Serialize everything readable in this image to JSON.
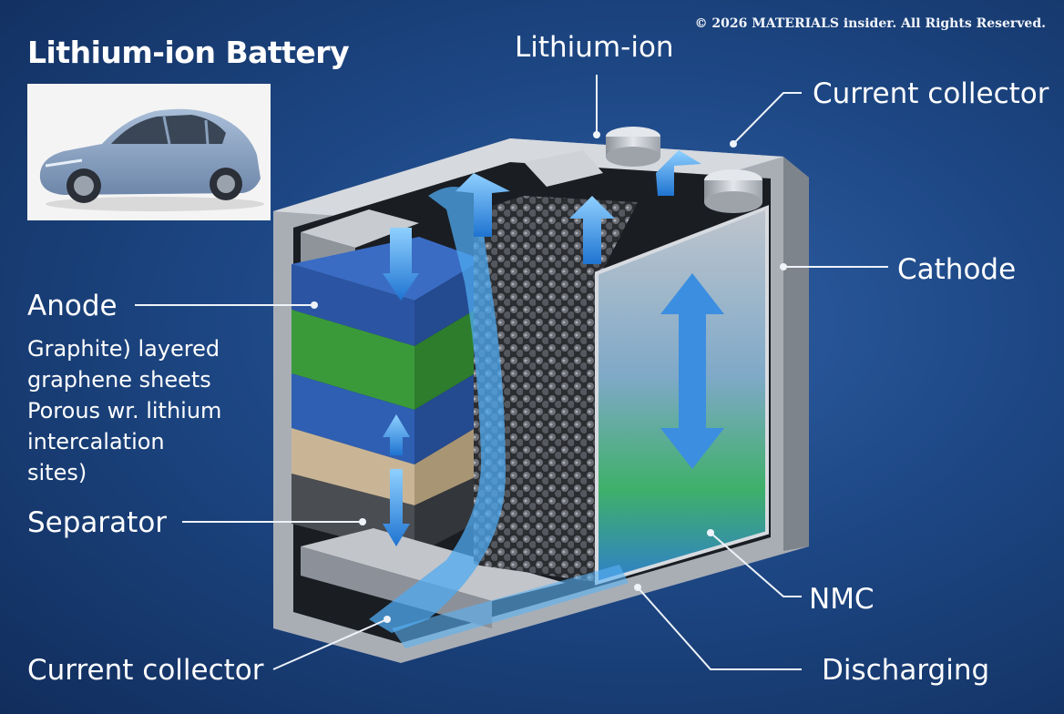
{
  "title": "Lithium-ion Battery",
  "copyright": "© 2026 MATERIALS insider. All Rights Reserved.",
  "labels": {
    "lithium_ion": "Lithium-ion",
    "current_collector_top": "Current collector",
    "cathode": "Cathode",
    "anode": "Anode",
    "separator": "Separator",
    "nmc": "NMC",
    "current_collector_bottom": "Current collector",
    "discharging": "Discharging"
  },
  "anode_description": [
    "Graphite) layered",
    "graphene sheets",
    "Porous wr. lithium",
    "intercalation",
    "sites)"
  ],
  "colors": {
    "background": "#1d4784",
    "anode_blue": "#2f5fb3",
    "anode_green": "#3a9a3a",
    "separator_tan": "#c9b596",
    "electrolyte": "#6ec3ff",
    "casing": "#c9ccd1"
  },
  "icons": [
    "car-photo",
    "battery-cell-cutaway"
  ]
}
